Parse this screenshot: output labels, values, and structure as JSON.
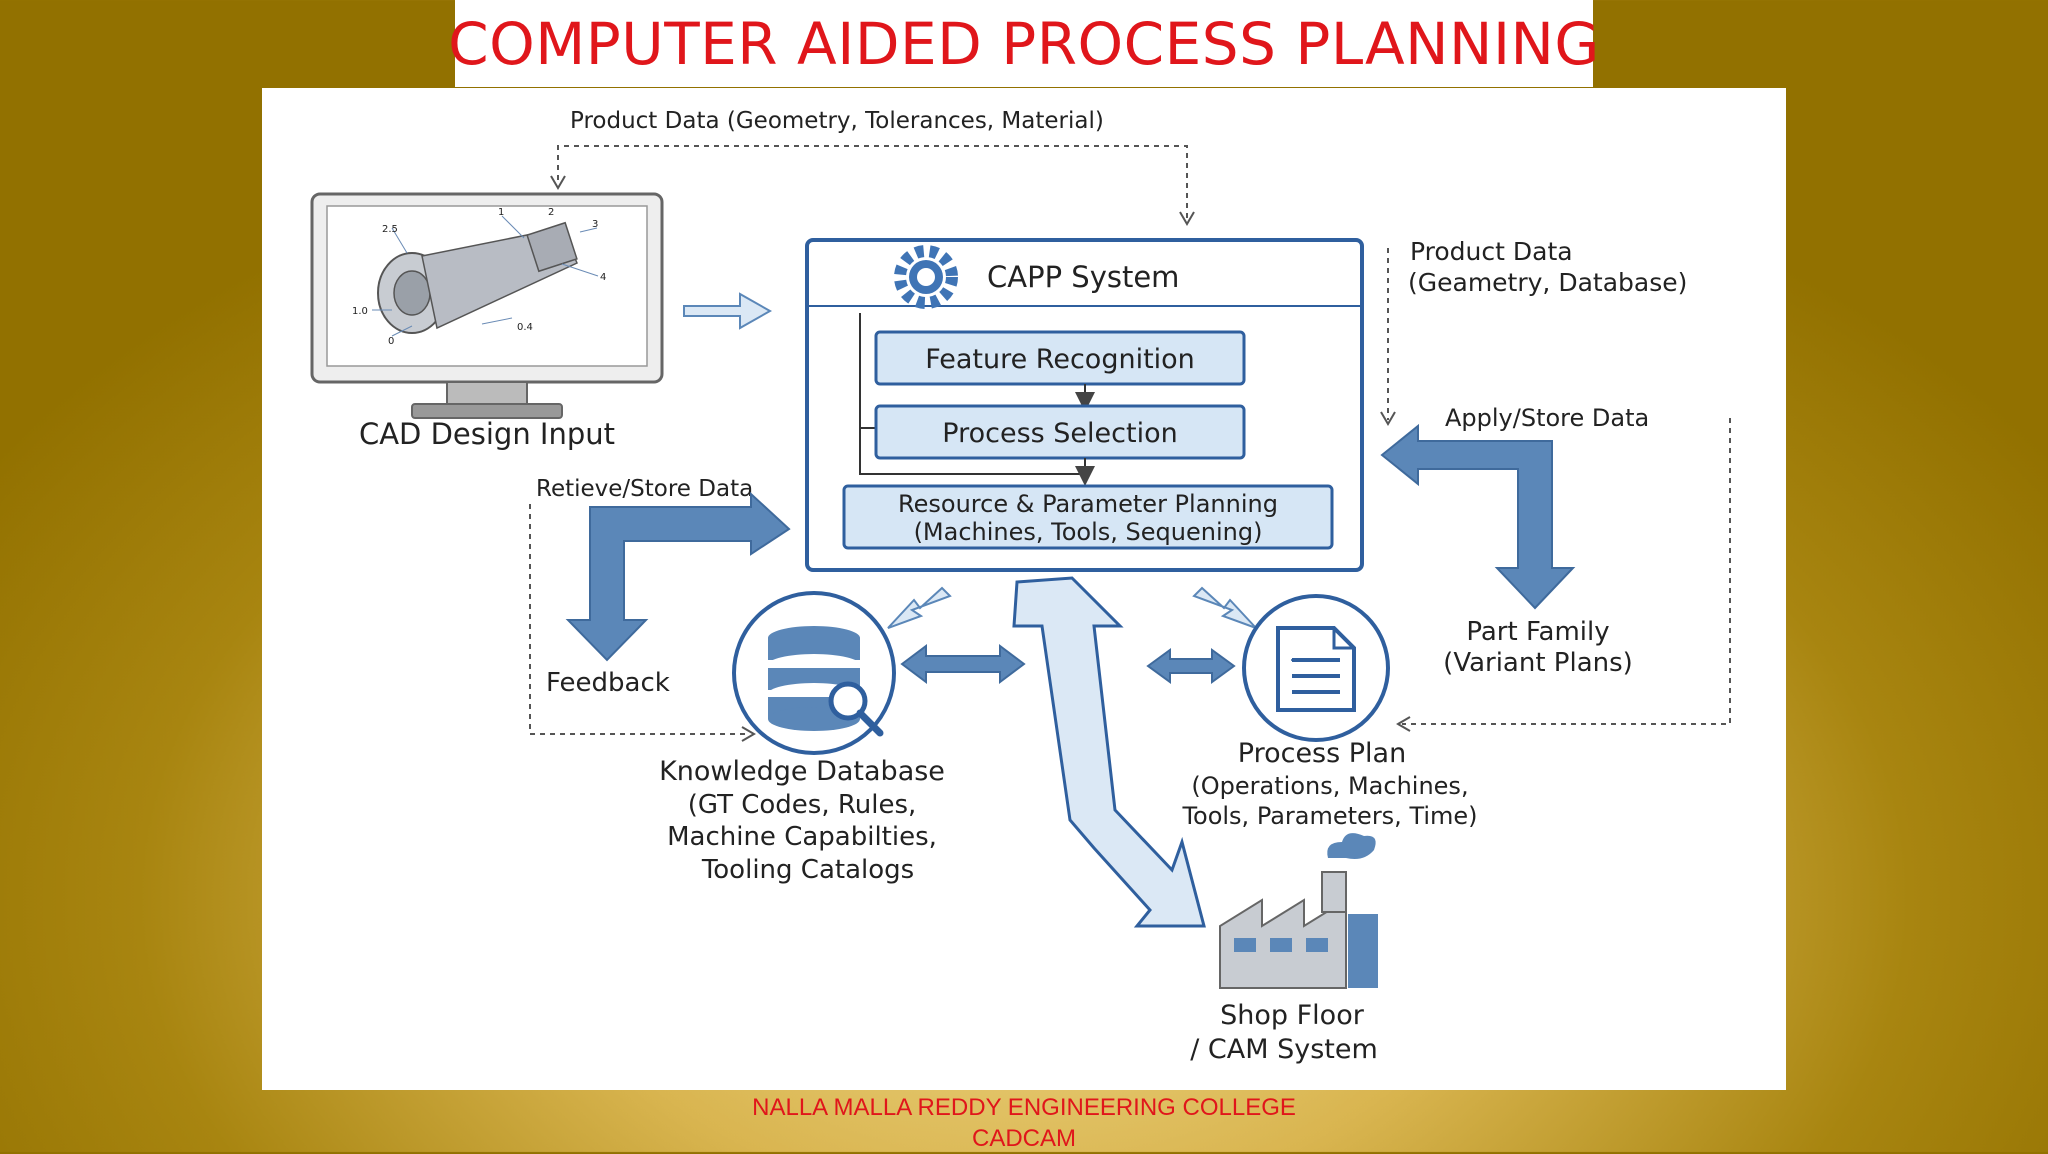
{
  "slide": {
    "title": "COMPUTER AIDED PROCESS PLANNING",
    "footer_line1": "NALLA MALLA REDDY ENGINEERING COLLEGE",
    "footer_line2": "CADCAM"
  },
  "diagram": {
    "top_flow_label": "Product Data (Geometry, Tolerances, Material)",
    "cad_label": "CAD Design Input",
    "capp": {
      "title": "CAPP System",
      "steps": [
        "Feature Recognition",
        "Process Selection"
      ],
      "resource_line1": "Resource & Parameter Planning",
      "resource_line2": "(Machines, Tools, Sequening)"
    },
    "right_product_data_line1": "Product Data",
    "right_product_data_line2": "(Geametry, Database)",
    "apply_store": "Apply/Store Data",
    "retrieve_store": "Retieve/Store Data",
    "feedback": "Feedback",
    "part_family_line1": "Part Family",
    "part_family_line2": "(Variant Plans)",
    "knowledge": {
      "line1": "Knowledge Database",
      "line2": "(GT Codes, Rules,",
      "line3": "Machine Capabilties,",
      "line4": "Tooling Catalogs"
    },
    "process_plan": {
      "line1": "Process Plan",
      "line2": "(Operations, Machines,",
      "line3": "Tools, Parameters, Time)"
    },
    "shop_floor_line1": "Shop Floor",
    "shop_floor_line2": "/ CAM System",
    "drawing_labels": [
      "1",
      "2",
      "3",
      "4",
      "2.5",
      "1.0",
      "0",
      "0.4"
    ]
  },
  "colors": {
    "title_red": "#e0161b",
    "box_border": "#2f5f9e",
    "box_fill": "#d6e6f5",
    "arrow_blue": "#5b87b8",
    "arrow_light": "#dbe8f5"
  }
}
